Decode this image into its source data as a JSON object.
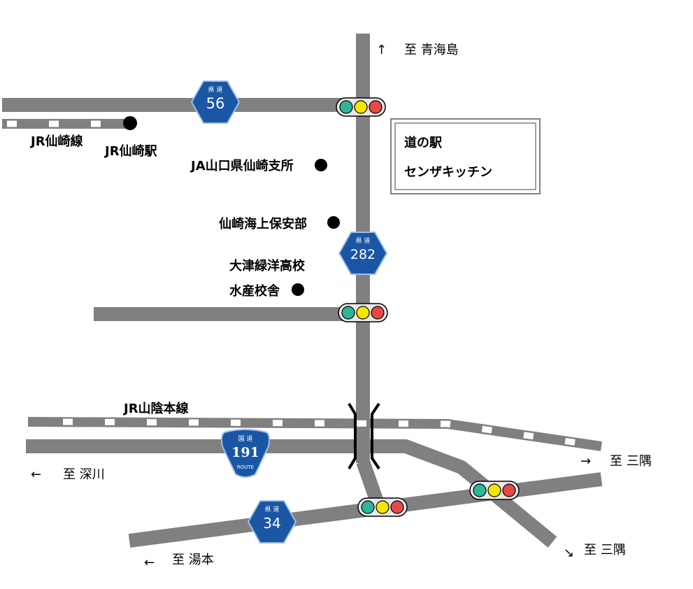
{
  "colors": {
    "road": "#808080",
    "sign_blue": "#1a56a4",
    "signal_green": "#2fb59a",
    "signal_yellow": "#f5e600",
    "signal_red": "#e84848"
  },
  "destinations": {
    "north": {
      "arrow": "↑",
      "label": "至 青海島"
    },
    "west": {
      "arrow": "←",
      "label": "至 深川"
    },
    "east": {
      "arrow": "→",
      "label": "至 三隅"
    },
    "southeast": {
      "arrow": "↘",
      "label": "至 三隅"
    },
    "southwest": {
      "arrow": "←",
      "label": "至 湯本"
    }
  },
  "signs": {
    "r56": {
      "type": "県 道",
      "number": "56"
    },
    "r282": {
      "type": "県 道",
      "number": "282"
    },
    "r191": {
      "type": "国 道",
      "number": "191",
      "sub": "ROUTE"
    },
    "r34": {
      "type": "県 道",
      "number": "34"
    }
  },
  "places": {
    "jr_senzaki_line": "JR仙崎線",
    "jr_senzaki_station": "JR仙崎駅",
    "ja_branch": "JA山口県仙崎支所",
    "coast_guard": "仙崎海上保安部",
    "school_line1": "大津緑洋高校",
    "school_line2": "水産校舎",
    "jr_sanin_line": "JR山陰本線"
  },
  "destination_box": {
    "line1": "道の駅",
    "line2": "センザキッチン"
  }
}
